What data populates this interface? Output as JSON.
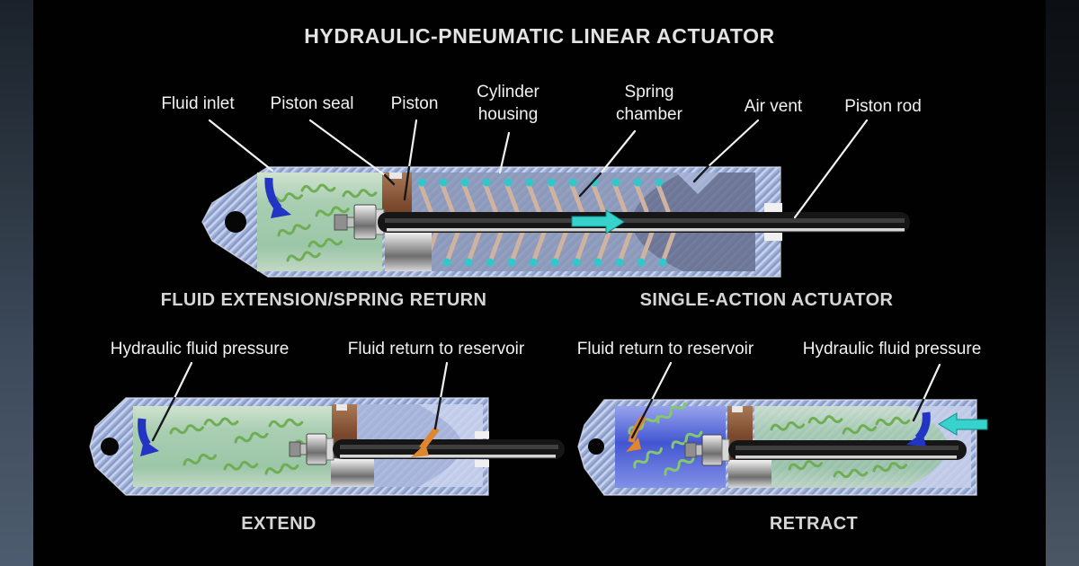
{
  "title": "HYDRAULIC-PNEUMATIC LINEAR ACTUATOR",
  "top_diagram": {
    "caption_left": "FLUID EXTENSION/SPRING RETURN",
    "caption_right": "SINGLE-ACTION ACTUATOR",
    "labels": {
      "fluid_inlet": "Fluid inlet",
      "piston_seal": "Piston seal",
      "piston": "Piston",
      "cylinder_housing": "Cylinder housing",
      "spring_chamber": "Spring chamber",
      "air_vent": "Air vent",
      "piston_rod": "Piston rod"
    }
  },
  "extend_diagram": {
    "caption": "EXTEND",
    "labels": {
      "pressure": "Hydraulic fluid pressure",
      "fluid_return": "Fluid return to reservoir"
    }
  },
  "retract_diagram": {
    "caption": "RETRACT",
    "labels": {
      "fluid_return": "Fluid return to reservoir",
      "pressure": "Hydraulic fluid pressure"
    }
  },
  "colors": {
    "background": "#010101",
    "housing_blue": "#9cadd6",
    "housing_stripe_light": "#c7d2ec",
    "fluid_green": "#a9ceb2",
    "squiggle_green": "#6fae54",
    "pressurized_blue": "#4356d2",
    "spring_chamber_slate": "#8c98b8",
    "air_bulb_slate": "#687090",
    "spring_coil_tan": "#cfb2a0",
    "spring_dot_cyan": "#2fc9cd",
    "piston_brown": "#7c4a2e",
    "rod_black": "#161616",
    "arrow_blue": "#2134c4",
    "arrow_orange": "#e0862c",
    "arrow_cyan": "#38d2cc",
    "label_text": "#f1f1f1"
  }
}
